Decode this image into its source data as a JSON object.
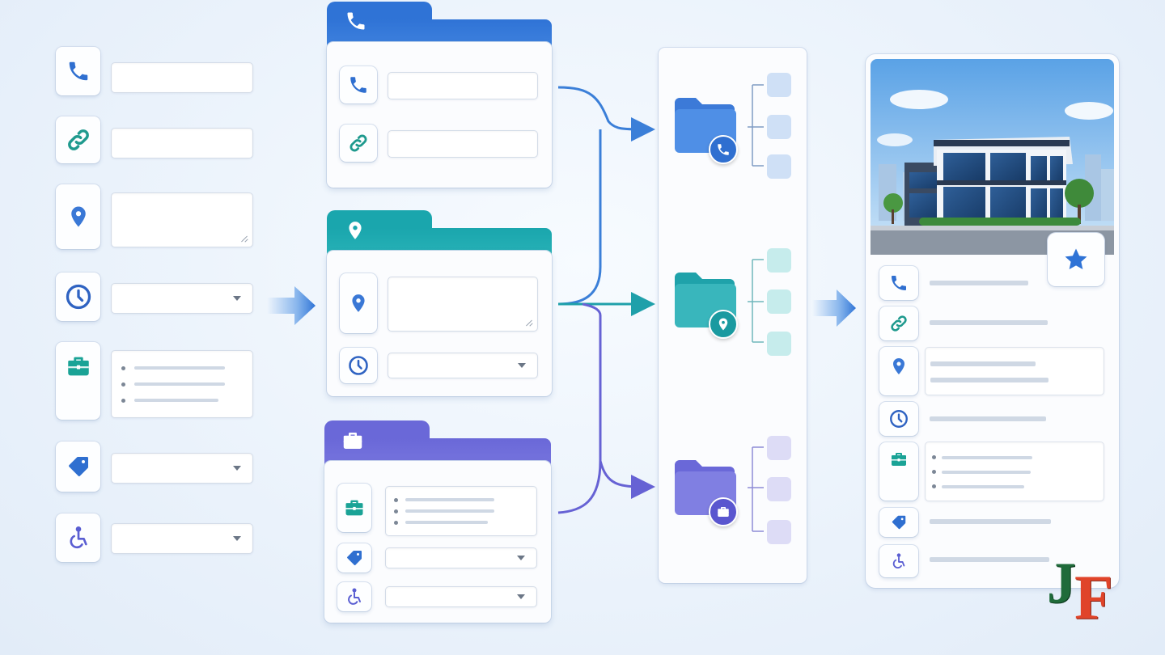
{
  "diagram": {
    "stages": [
      "fields",
      "grouped-windows",
      "folders",
      "profile-card"
    ]
  },
  "colors": {
    "phone": "#2f6fd0",
    "link": "#1f9a8e",
    "location": "#3a78d6",
    "clock": "#2f63c2",
    "briefcase": "#1aa396",
    "tag": "#2f6fd0",
    "accessibility": "#5a5ed2",
    "window_blue": "#2f73d6",
    "window_teal": "#1fa7ae",
    "window_purple": "#6a68d8",
    "arrow": "#3b86e0",
    "star": "#2f73d6"
  },
  "fields_column": [
    {
      "icon": "phone-icon",
      "control": "text-input"
    },
    {
      "icon": "link-icon",
      "control": "text-input"
    },
    {
      "icon": "location-pin-icon",
      "control": "textarea"
    },
    {
      "icon": "clock-icon",
      "control": "dropdown"
    },
    {
      "icon": "briefcase-icon",
      "control": "bullet-list"
    },
    {
      "icon": "tag-icon",
      "control": "dropdown"
    },
    {
      "icon": "accessibility-icon",
      "control": "dropdown"
    }
  ],
  "windows": [
    {
      "header_icon": "phone-icon",
      "rows": [
        "phone-icon",
        "link-icon"
      ]
    },
    {
      "header_icon": "location-pin-icon",
      "rows": [
        "location-pin-icon",
        "clock-icon"
      ]
    },
    {
      "header_icon": "briefcase-icon",
      "rows": [
        "briefcase-icon",
        "tag-icon",
        "accessibility-icon"
      ]
    }
  ],
  "folders": [
    {
      "badge_icon": "phone-icon"
    },
    {
      "badge_icon": "location-pin-icon"
    },
    {
      "badge_icon": "briefcase-icon"
    }
  ],
  "profile_card": {
    "image": "office-building-illustration",
    "favorite_icon": "star-icon",
    "rows": [
      "phone-icon",
      "link-icon",
      "location-pin-icon",
      "clock-icon",
      "briefcase-icon",
      "tag-icon",
      "accessibility-icon"
    ]
  },
  "logo": {
    "text": "JF"
  }
}
